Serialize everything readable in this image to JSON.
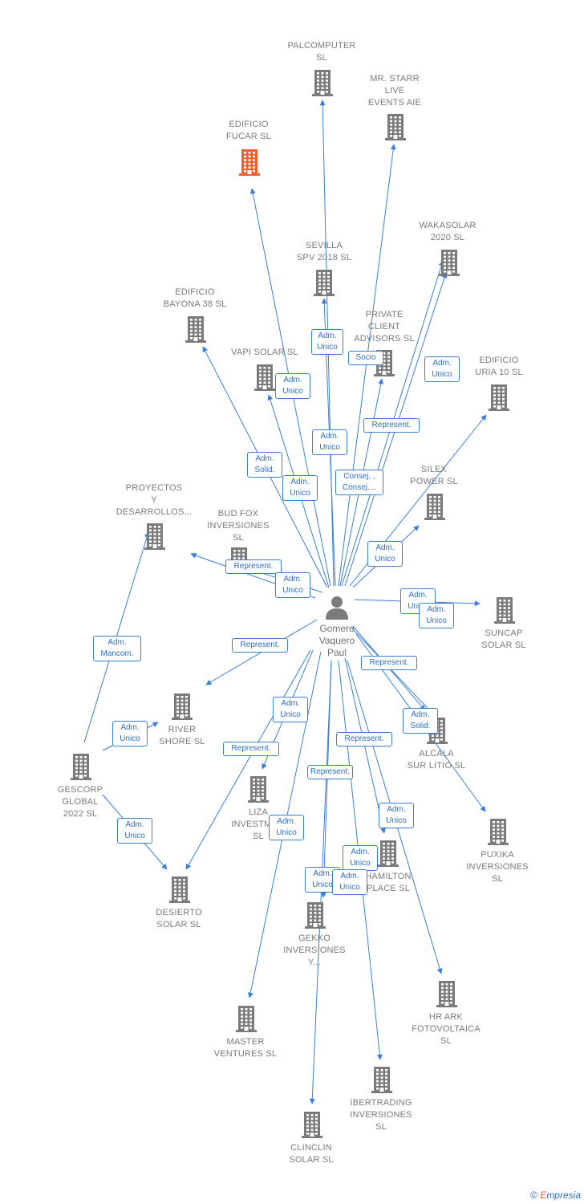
{
  "diagram": {
    "center": {
      "label": "Gomero\nVaquero\nPaul"
    },
    "nodes": [
      {
        "id": "palcomputer",
        "label": "PALCOMPUTER\nSL",
        "highlight": false
      },
      {
        "id": "mrstarr",
        "label": "MR.  STARR\nLIVE\nEVENTS  AIE",
        "highlight": false
      },
      {
        "id": "fucar",
        "label": "EDIFICIO\nFUCAR  SL",
        "highlight": true
      },
      {
        "id": "wakasolar",
        "label": "WAKASOLAR\n2020  SL",
        "highlight": false
      },
      {
        "id": "sevilla",
        "label": "SEVILLA\nSPV 2018  SL",
        "highlight": false
      },
      {
        "id": "bayona",
        "label": "EDIFICIO\nBAYONA 38  SL",
        "highlight": false
      },
      {
        "id": "private",
        "label": "PRIVATE\nCLIENT\nADVISORS  SL",
        "highlight": false
      },
      {
        "id": "vapi",
        "label": "VAPI SOLAR SL",
        "highlight": false
      },
      {
        "id": "uria",
        "label": "EDIFICIO\nURIA 10  SL",
        "highlight": false
      },
      {
        "id": "silex",
        "label": "SILEX\nPOWER  SL",
        "highlight": false
      },
      {
        "id": "proyectos",
        "label": "PROYECTOS\nY\nDESARROLLOS...",
        "highlight": false
      },
      {
        "id": "budfox",
        "label": "BUD FOX\nINVERSIONES\nSL",
        "highlight": false
      },
      {
        "id": "suncap",
        "label": "SUNCAP\nSOLAR  SL",
        "highlight": false
      },
      {
        "id": "river",
        "label": "RIVER\nSHORE  SL",
        "highlight": false
      },
      {
        "id": "alcala",
        "label": "ALCALA\nSUR LITIO  SL",
        "highlight": false
      },
      {
        "id": "gescorp",
        "label": "GESCORP\nGLOBAL\n2022  SL",
        "highlight": false
      },
      {
        "id": "liza",
        "label": "LIZA\nINVESTME...\nSL",
        "highlight": false
      },
      {
        "id": "puxika",
        "label": "PUXIKA\nINVERSIONES\nSL",
        "highlight": false
      },
      {
        "id": "hamilton",
        "label": "HAMILTON\nPLACE  SL",
        "highlight": false
      },
      {
        "id": "desierto",
        "label": "DESIERTO\nSOLAR  SL",
        "highlight": false
      },
      {
        "id": "gekko",
        "label": "GEKKO\nINVERSIONES\nY...",
        "highlight": false
      },
      {
        "id": "hrark",
        "label": "HR ARK\nFOTOVOLTAICA\nSL",
        "highlight": false
      },
      {
        "id": "master",
        "label": "MASTER\nVENTURES  SL",
        "highlight": false
      },
      {
        "id": "ibertrading",
        "label": "IBERTRADING\nINVERSIONES\nSL",
        "highlight": false
      },
      {
        "id": "clinclin",
        "label": "CLINCLIN\nSOLAR  SL",
        "highlight": false
      }
    ],
    "edges": [
      {
        "from": "center",
        "to": "palcomputer",
        "label": "Adm.\nUnico"
      },
      {
        "from": "center",
        "to": "mrstarr",
        "label": "Socio"
      },
      {
        "from": "center",
        "to": "fucar",
        "label": "Adm.\nUnico"
      },
      {
        "from": "center",
        "to": "wakasolar",
        "label": "Represent."
      },
      {
        "from": "center",
        "to": "wakasolar",
        "label": "Adm.\nUnico"
      },
      {
        "from": "center",
        "to": "sevilla",
        "label": "Consej. ,\nConsej...."
      },
      {
        "from": "center",
        "to": "bayona",
        "label": "Adm.\nSolid."
      },
      {
        "from": "center",
        "to": "private",
        "label": "Represent."
      },
      {
        "from": "center",
        "to": "vapi",
        "label": "Adm.\nUnico"
      },
      {
        "from": "center",
        "to": "uria",
        "label": "Adm.\nUnico"
      },
      {
        "from": "center",
        "to": "silex",
        "label": "Adm.\nUnico"
      },
      {
        "from": "center",
        "to": "proyectos",
        "label": "Represent."
      },
      {
        "from": "center",
        "to": "budfox",
        "label": "Adm.\nUnico"
      },
      {
        "from": "center",
        "to": "suncap",
        "label": "Adm.\nUnico"
      },
      {
        "from": "center",
        "to": "river",
        "label": "Represent."
      },
      {
        "from": "center",
        "to": "alcala",
        "label": "Adm.\nUnico"
      },
      {
        "from": "center",
        "to": "liza",
        "label": "Adm.\nUnico"
      },
      {
        "from": "center",
        "to": "puxika",
        "label": "Represent."
      },
      {
        "from": "center",
        "to": "hamilton",
        "label": "Adm.\nUnico"
      },
      {
        "from": "center",
        "to": "desierto",
        "label": "Represent."
      },
      {
        "from": "center",
        "to": "gekko",
        "label": "Adm.\nUnico"
      },
      {
        "from": "center",
        "to": "hrark",
        "label": "Represent."
      },
      {
        "from": "center",
        "to": "master",
        "label": "Adm.\nUnico"
      },
      {
        "from": "center",
        "to": "ibertrading",
        "label": "Adm.\nUnico"
      },
      {
        "from": "center",
        "to": "clinclin",
        "label": "Adm.\nUnico"
      },
      {
        "from": "gescorp",
        "to": "proyectos",
        "label": "Adm.\nMancom."
      },
      {
        "from": "gescorp",
        "to": "river",
        "label": "Adm.\nUnico"
      },
      {
        "from": "gescorp",
        "to": "desierto",
        "label": "Adm.\nUnico"
      },
      {
        "from": "center",
        "to": "alcala",
        "label": "Adm.\nSolid."
      }
    ]
  },
  "colors": {
    "edge": "#3a7fd5",
    "building": "#7b7b7b",
    "highlight": "#f0602e",
    "person": "#7b7b7b"
  },
  "footer": {
    "copyright": "©",
    "brand_e": "E",
    "brand_rest": "mpresia"
  }
}
